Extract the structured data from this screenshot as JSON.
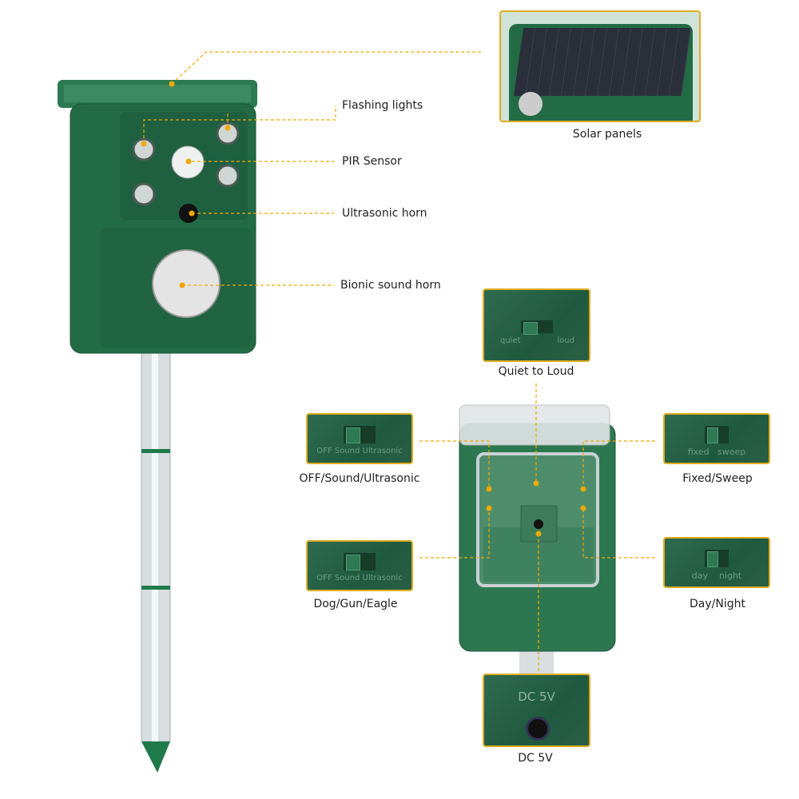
{
  "colors": {
    "accent_line": "#f0a800",
    "device_green": "#236b45",
    "inset_border": "#e0ac22"
  },
  "device_labels": {
    "flashing_lights": "Flashing lights",
    "pir_sensor": "PIR Sensor",
    "ultrasonic_horn": "Ultrasonic horn",
    "bionic_sound_horn": "Bionic sound horn"
  },
  "insets": {
    "solar": {
      "label": "Solar panels"
    },
    "quiet_loud": {
      "label": "Quiet to Loud",
      "text_left": "quiet",
      "text_right": "loud"
    },
    "off_sound": {
      "label": "OFF/Sound/Ultrasonic",
      "text": "OFF Sound Ultrasonic"
    },
    "dog_gun": {
      "label": "Dog/Gun/Eagle",
      "text": "OFF Sound Ultrasonic"
    },
    "fixed_sweep": {
      "label": "Fixed/Sweep",
      "text": "fixed   sweep"
    },
    "day_night": {
      "label": "Day/Night",
      "text": "day    night"
    },
    "dc": {
      "label": "DC 5V",
      "text": "DC 5V"
    }
  }
}
